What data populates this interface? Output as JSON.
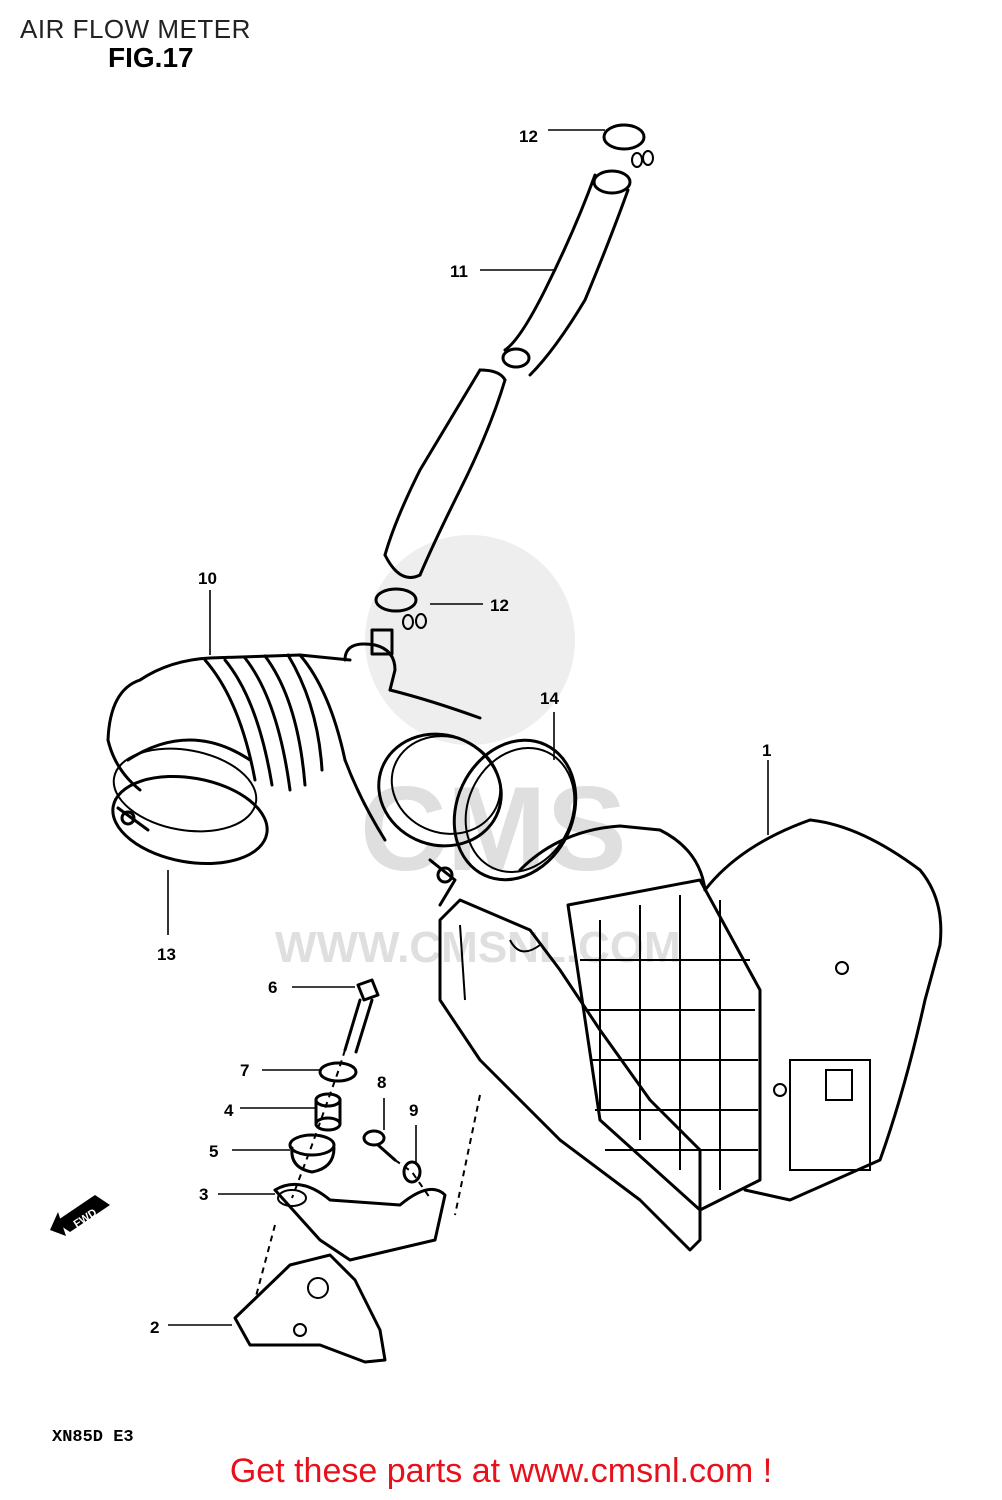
{
  "header": {
    "title": "AIR FLOW METER",
    "figure": "FIG.17"
  },
  "watermark": {
    "text": "WWW.CMSNL.COM",
    "logo": "CMS"
  },
  "callouts": [
    {
      "id": "c1",
      "label": "1"
    },
    {
      "id": "c2",
      "label": "2"
    },
    {
      "id": "c3",
      "label": "3"
    },
    {
      "id": "c4",
      "label": "4"
    },
    {
      "id": "c5",
      "label": "5"
    },
    {
      "id": "c6",
      "label": "6"
    },
    {
      "id": "c7",
      "label": "7"
    },
    {
      "id": "c8",
      "label": "8"
    },
    {
      "id": "c9",
      "label": "9"
    },
    {
      "id": "c10",
      "label": "10"
    },
    {
      "id": "c11",
      "label": "11"
    },
    {
      "id": "c12a",
      "label": "12"
    },
    {
      "id": "c12b",
      "label": "12"
    },
    {
      "id": "c13",
      "label": "13"
    },
    {
      "id": "c14",
      "label": "14"
    }
  ],
  "fwd_arrow": {
    "text": "FWD"
  },
  "model": "XN85D E3",
  "footer": {
    "text": "Get these parts at www.cmsnl.com !"
  },
  "colors": {
    "footer": "#e8101a",
    "line": "#000000",
    "watermark": "#dcdcdc"
  }
}
